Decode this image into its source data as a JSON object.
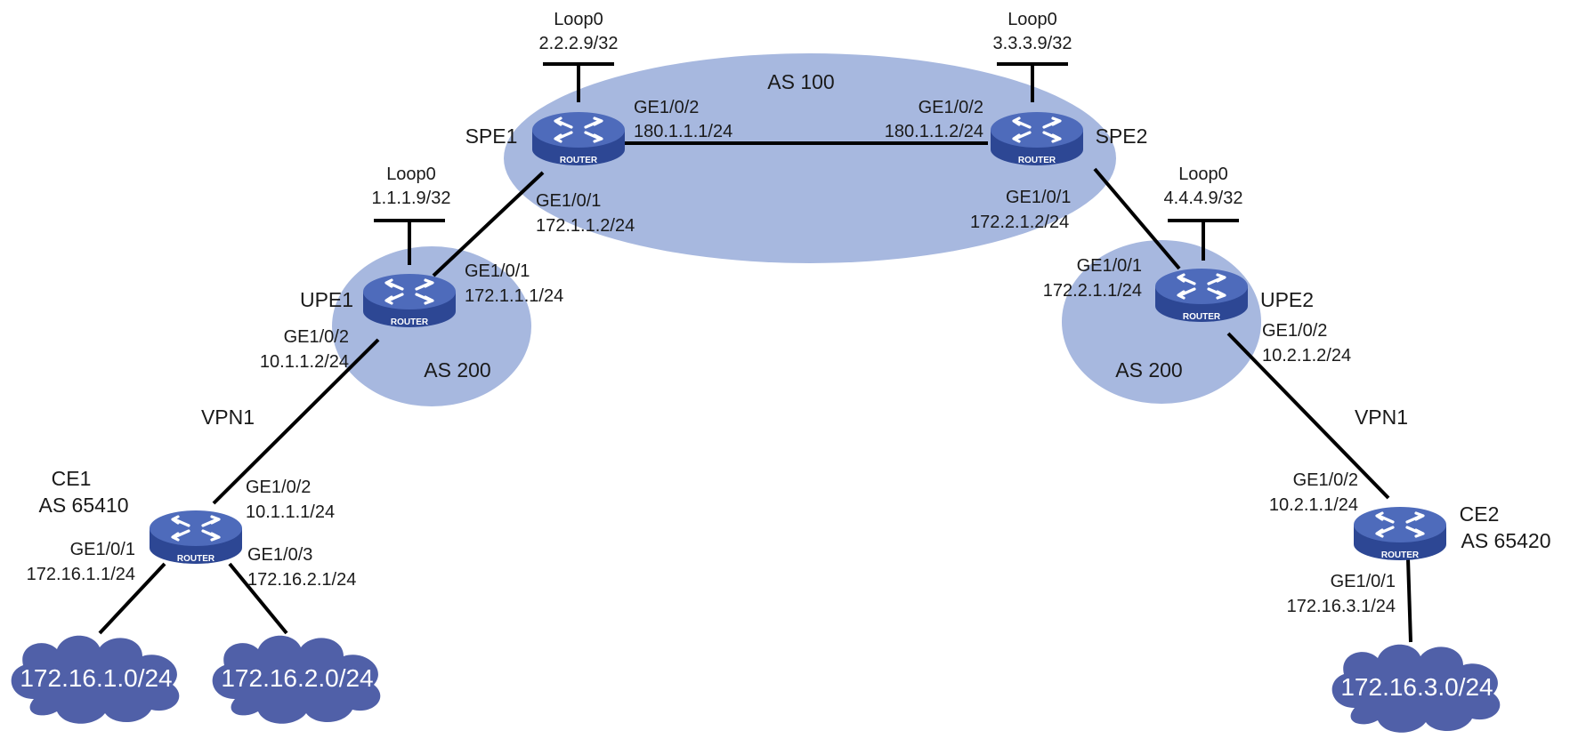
{
  "routers": [
    {
      "name": "SPE1",
      "tag": "ROUTER"
    },
    {
      "name": "SPE2",
      "tag": "ROUTER"
    },
    {
      "name": "UPE1",
      "tag": "ROUTER"
    },
    {
      "name": "UPE2",
      "tag": "ROUTER"
    },
    {
      "name": "CE1",
      "as": "AS 65410",
      "tag": "ROUTER"
    },
    {
      "name": "CE2",
      "as": "AS 65420",
      "tag": "ROUTER"
    }
  ],
  "regions": {
    "as100": "AS 100",
    "as200_left": "AS 200",
    "as200_right": "AS 200"
  },
  "loopbacks": [
    {
      "label": "Loop0",
      "address": "2.2.2.9/32"
    },
    {
      "label": "Loop0",
      "address": "3.3.3.9/32"
    },
    {
      "label": "Loop0",
      "address": "1.1.1.9/32"
    },
    {
      "label": "Loop0",
      "address": "4.4.4.9/32"
    }
  ],
  "interfaces": {
    "spe1_ge102": {
      "port": "GE1/0/2",
      "ip": "180.1.1.1/24"
    },
    "spe2_ge102": {
      "port": "GE1/0/2",
      "ip": "180.1.1.2/24"
    },
    "spe1_ge101": {
      "port": "GE1/0/1",
      "ip": "172.1.1.2/24"
    },
    "spe2_ge101": {
      "port": "GE1/0/1",
      "ip": "172.2.1.2/24"
    },
    "upe1_ge101": {
      "port": "GE1/0/1",
      "ip": "172.1.1.1/24"
    },
    "upe1_ge102": {
      "port": "GE1/0/2",
      "ip": "10.1.1.2/24"
    },
    "upe2_ge101": {
      "port": "GE1/0/1",
      "ip": "172.2.1.1/24"
    },
    "upe2_ge102": {
      "port": "GE1/0/2",
      "ip": "10.2.1.2/24"
    },
    "ce1_ge102": {
      "port": "GE1/0/2",
      "ip": "10.1.1.1/24"
    },
    "ce1_ge101": {
      "port": "GE1/0/1",
      "ip": "172.16.1.1/24"
    },
    "ce1_ge103": {
      "port": "GE1/0/3",
      "ip": "172.16.2.1/24"
    },
    "ce2_ge102": {
      "port": "GE1/0/2",
      "ip": "10.2.1.1/24"
    },
    "ce2_ge101": {
      "port": "GE1/0/1",
      "ip": "172.16.3.1/24"
    }
  },
  "vpn_labels": {
    "left": "VPN1",
    "right": "VPN1"
  },
  "networks": [
    "172.16.1.0/24",
    "172.16.2.0/24",
    "172.16.3.0/24"
  ],
  "colors": {
    "region_fill": "#a7b8df",
    "router_body": "#3a55a4",
    "router_top": "#5a75c0",
    "cloud_fill": "#5060a8",
    "link": "#000000"
  }
}
